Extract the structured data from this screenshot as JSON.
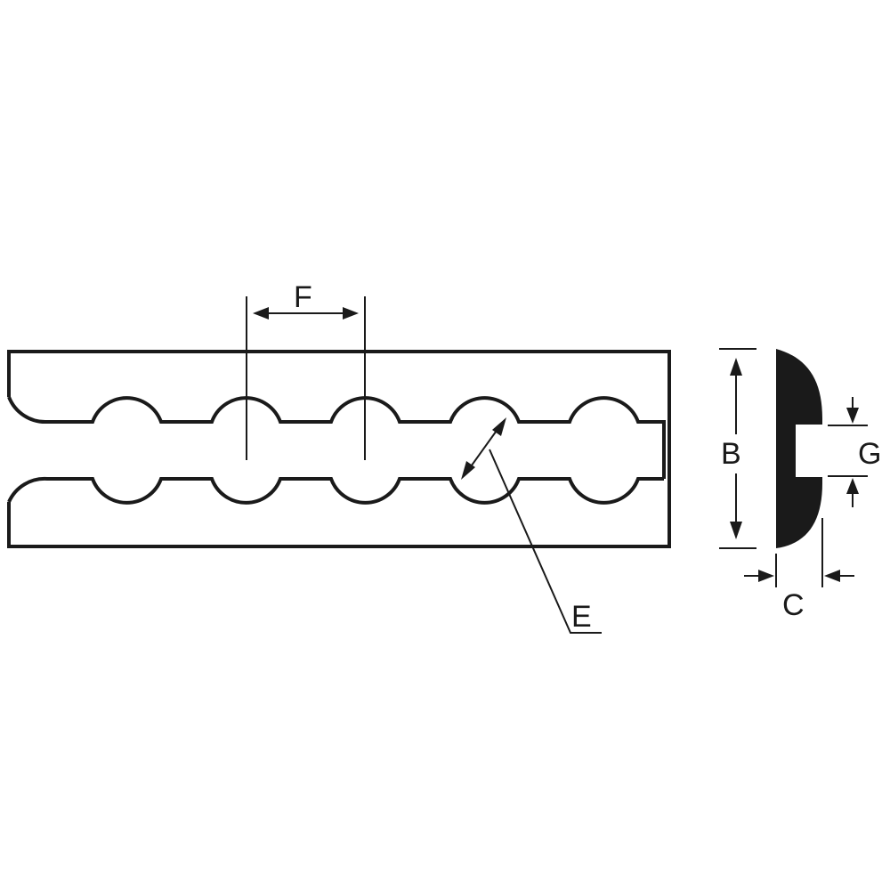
{
  "labels": {
    "F": "F",
    "E": "E",
    "B": "B",
    "G": "G",
    "C": "C"
  },
  "colors": {
    "line": "#1a1a1a",
    "background": "#ffffff"
  }
}
